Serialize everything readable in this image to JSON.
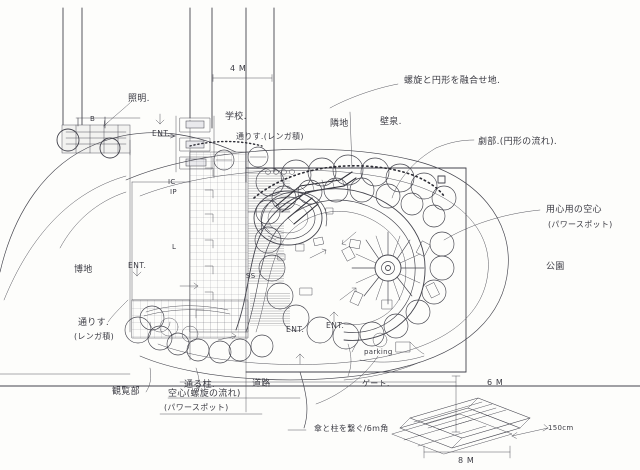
{
  "drawing": {
    "type": "hand-drawn landscape site plan sketch",
    "medium": "pencil on white paper",
    "background_color": "#fdfdfb",
    "ink_color": "#3c3c44"
  },
  "annotations": {
    "lighting": "照明.",
    "school": "学校.",
    "passage_top": "通りす.(レンガ積)",
    "adjacent_land_left": "博地",
    "adjacent_land_right": "隣地",
    "wall_fountain": "壁泉.",
    "spiral_circle_fusion": "螺旋と円形を融合せ地.",
    "theater_part": "劇部.(円形の流れ).",
    "power_spot_center": "用心用の空心",
    "power_spot_center_sub": "(パワースポット)",
    "park": "公園",
    "passage_left": "通りす.",
    "passage_left_sub": "(レンガ積)",
    "audience_part": "観覧部",
    "through_column": "通る柱.",
    "road": "道路",
    "hollow_center": "空心(螺旋の流れ)",
    "hollow_center_sub": "(パワースポット)",
    "gate": "ゲート.",
    "parking": "parking",
    "umbrella_column": "傘と柱を繋ぐ/6m角",
    "ent_1": "ENT.",
    "ent_2": "ENT.",
    "ent_3": "ENT.",
    "ent_4": "ENT.",
    "b_mark": "B",
    "l_mark": "L",
    "ic_mark": "IC",
    "ip_mark": "IP",
    "ss_mark": "SS"
  },
  "dimensions": {
    "top_width": "4 M",
    "right_height": "6 M",
    "detail_length": "8 M",
    "detail_small": "150cm"
  }
}
